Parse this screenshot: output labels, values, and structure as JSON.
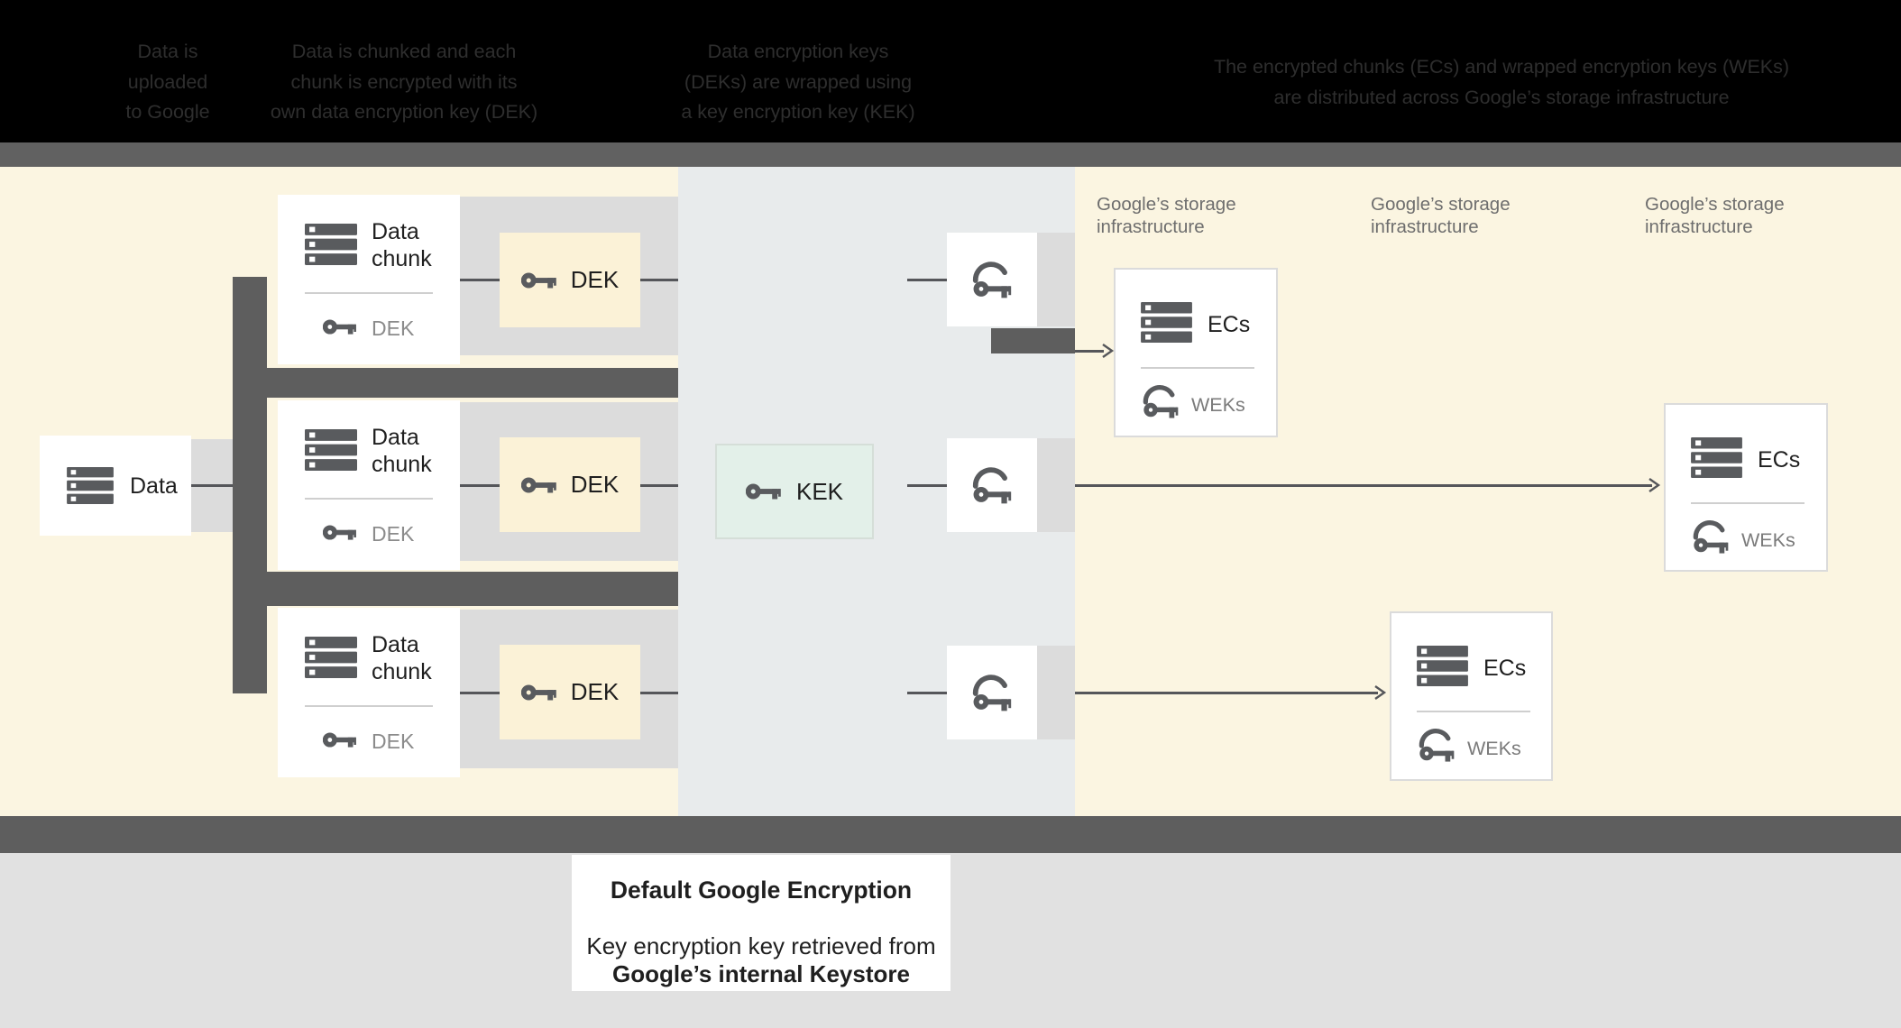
{
  "header": {
    "steps": [
      {
        "lines": [
          "Data is",
          "uploaded",
          "to Google"
        ]
      },
      {
        "lines": [
          "Data is chunked and each",
          "chunk is encrypted with its",
          "own data encryption key (DEK)"
        ]
      },
      {
        "lines": [
          "Data encryption keys",
          "(DEKs) are wrapped using",
          "a key encryption key (KEK)"
        ]
      },
      {
        "lines": [
          "The encrypted chunks (ECs) and wrapped encryption keys (WEKs)",
          "are distributed across Google’s storage infrastructure"
        ]
      }
    ]
  },
  "diagram": {
    "data_card": {
      "label": "Data"
    },
    "chunk_cards": [
      {
        "title_line1": "Data",
        "title_line2": "chunk",
        "key_label": "DEK"
      },
      {
        "title_line1": "Data",
        "title_line2": "chunk",
        "key_label": "DEK"
      },
      {
        "title_line1": "Data",
        "title_line2": "chunk",
        "key_label": "DEK"
      }
    ],
    "dek_boxes": [
      {
        "label": "DEK"
      },
      {
        "label": "DEK"
      },
      {
        "label": "DEK"
      }
    ],
    "kek_box": {
      "label": "KEK"
    },
    "storage_labels": [
      {
        "line1": "Google’s storage",
        "line2": "infrastructure"
      },
      {
        "line1": "Google’s storage",
        "line2": "infrastructure"
      },
      {
        "line1": "Google’s storage",
        "line2": "infrastructure"
      }
    ],
    "ec_cards": [
      {
        "title": "ECs",
        "key_label": "WEKs"
      },
      {
        "title": "ECs",
        "key_label": "WEKs"
      },
      {
        "title": "ECs",
        "key_label": "WEKs"
      }
    ]
  },
  "caption": {
    "title": "Default Google Encryption",
    "body_line1": "Key encryption key retrieved from",
    "body_line2": "Google’s internal Keystore"
  },
  "colors": {
    "header-bg": "#000000",
    "header-text": "#2e2e2e",
    "band-dark": "#616161",
    "bar-dark": "#5e5e5e",
    "cream": "#fbf5e1",
    "cream-dek": "#fbf2d7",
    "blue-band": "#e8ebec",
    "row-gray": "#dcdcdc",
    "mint": "#e3f0e9",
    "mint-border": "#d5ded8",
    "card-border": "#dbdbdb",
    "icon": "#595b5e",
    "line": "#55565a",
    "text-dark": "#1f1f1f",
    "muted-dek": "#8b8b8b",
    "muted-weks": "#7b7b7b",
    "storage-label": "#6e6e6e",
    "footer-bg": "#e1e1e1",
    "divider": "#cfcfcf",
    "white": "#ffffff"
  }
}
